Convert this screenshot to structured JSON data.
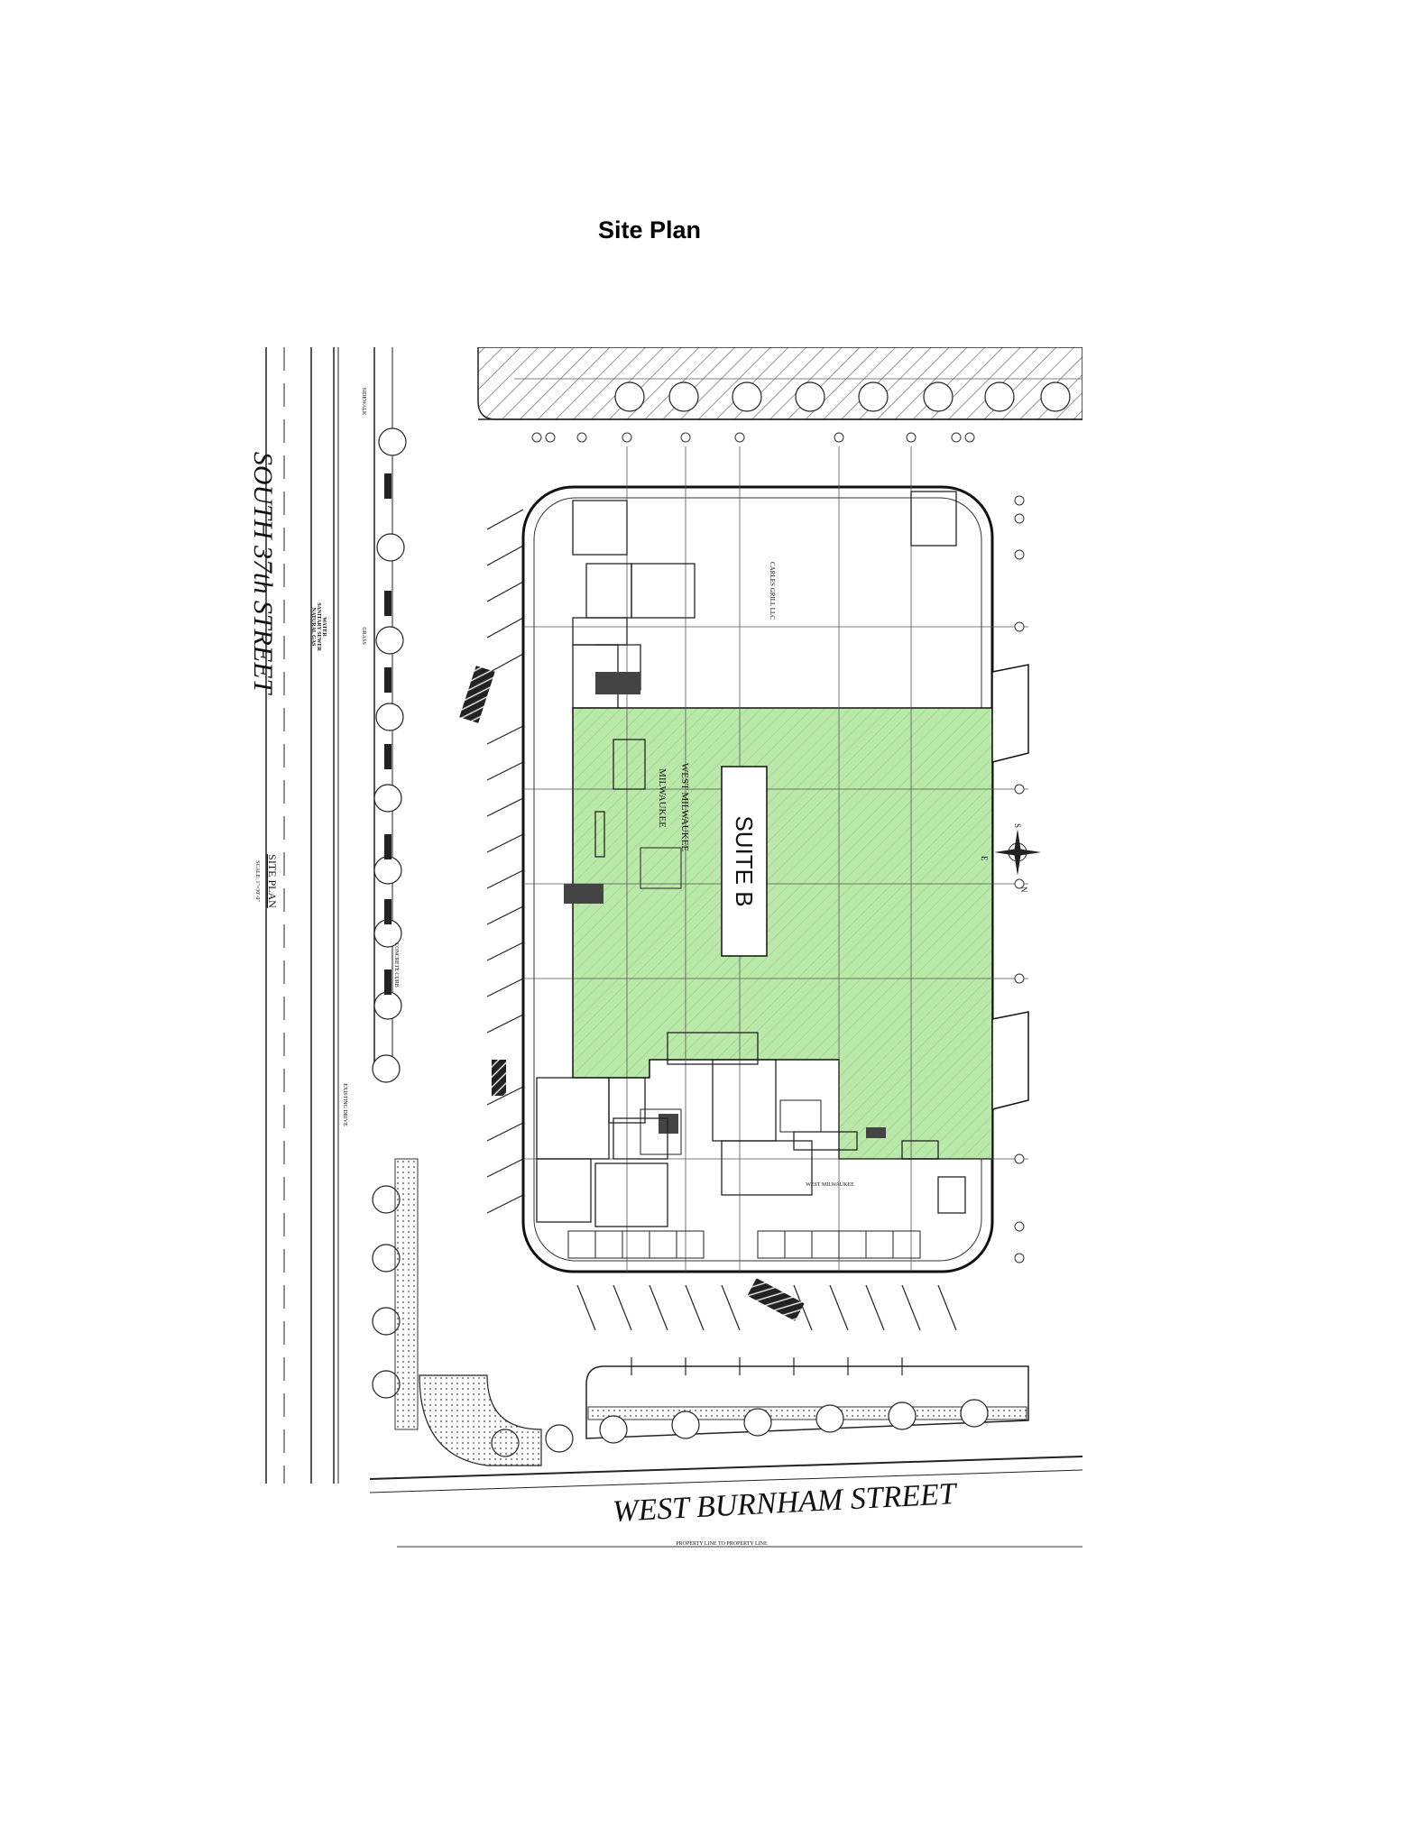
{
  "page": {
    "title": "Site Plan"
  },
  "streets": {
    "west": "SOUTH 37th STREET",
    "south": "WEST BURNHAM STREET"
  },
  "suite": {
    "label": "SUITE B"
  },
  "tenants": {
    "upper": "CARLES GRILL LLC",
    "milwaukee_1": "WEST MILWAUKEE",
    "milwaukee_2": "MILWAUKEE",
    "lower_corridor": "WEST MILWAUKEE"
  },
  "title_block": {
    "name": "SITE PLAN",
    "scale": "SCALE: 1\"=30'-0\""
  },
  "utilities": {
    "water": "WATER",
    "sanitary": "SANITARY SEWER",
    "gas": "NATURAL GAS"
  },
  "labels": {
    "sidewalk": "SIDEWALK",
    "grass": "GRASS",
    "existing_drive": "EXISTING DRIVE",
    "property_line": "PROPERTY LINE TO PROPERTY LINE",
    "concrete": "CONCRETE CURB"
  },
  "compass": {
    "n": "N",
    "s": "S",
    "e": "E"
  },
  "colors": {
    "suite_fill": "#b9e8a8",
    "line": "#1a1a1a",
    "hatch": "#6a6a6a"
  }
}
